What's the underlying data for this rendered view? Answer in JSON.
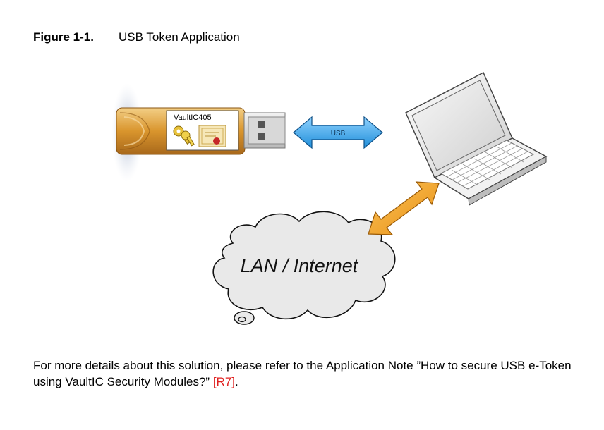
{
  "caption": {
    "number": "Figure 1-1.",
    "title": "USB Token Application"
  },
  "figure": {
    "token_label": "VaultIC405",
    "usb_arrow_label": "USB",
    "cloud_label": "LAN / Internet",
    "colors": {
      "token_body": "#d9a03a",
      "usb_arrow": "#3aa6e6",
      "lan_arrow": "#f0a22a",
      "cloud_fill": "#e9e9e9"
    }
  },
  "paragraph": {
    "text": "For more details about this solution, please refer to the Application Note ”How to secure USB e-Token using VaultIC Security Modules?” ",
    "reference": "[R7]",
    "end": "."
  }
}
